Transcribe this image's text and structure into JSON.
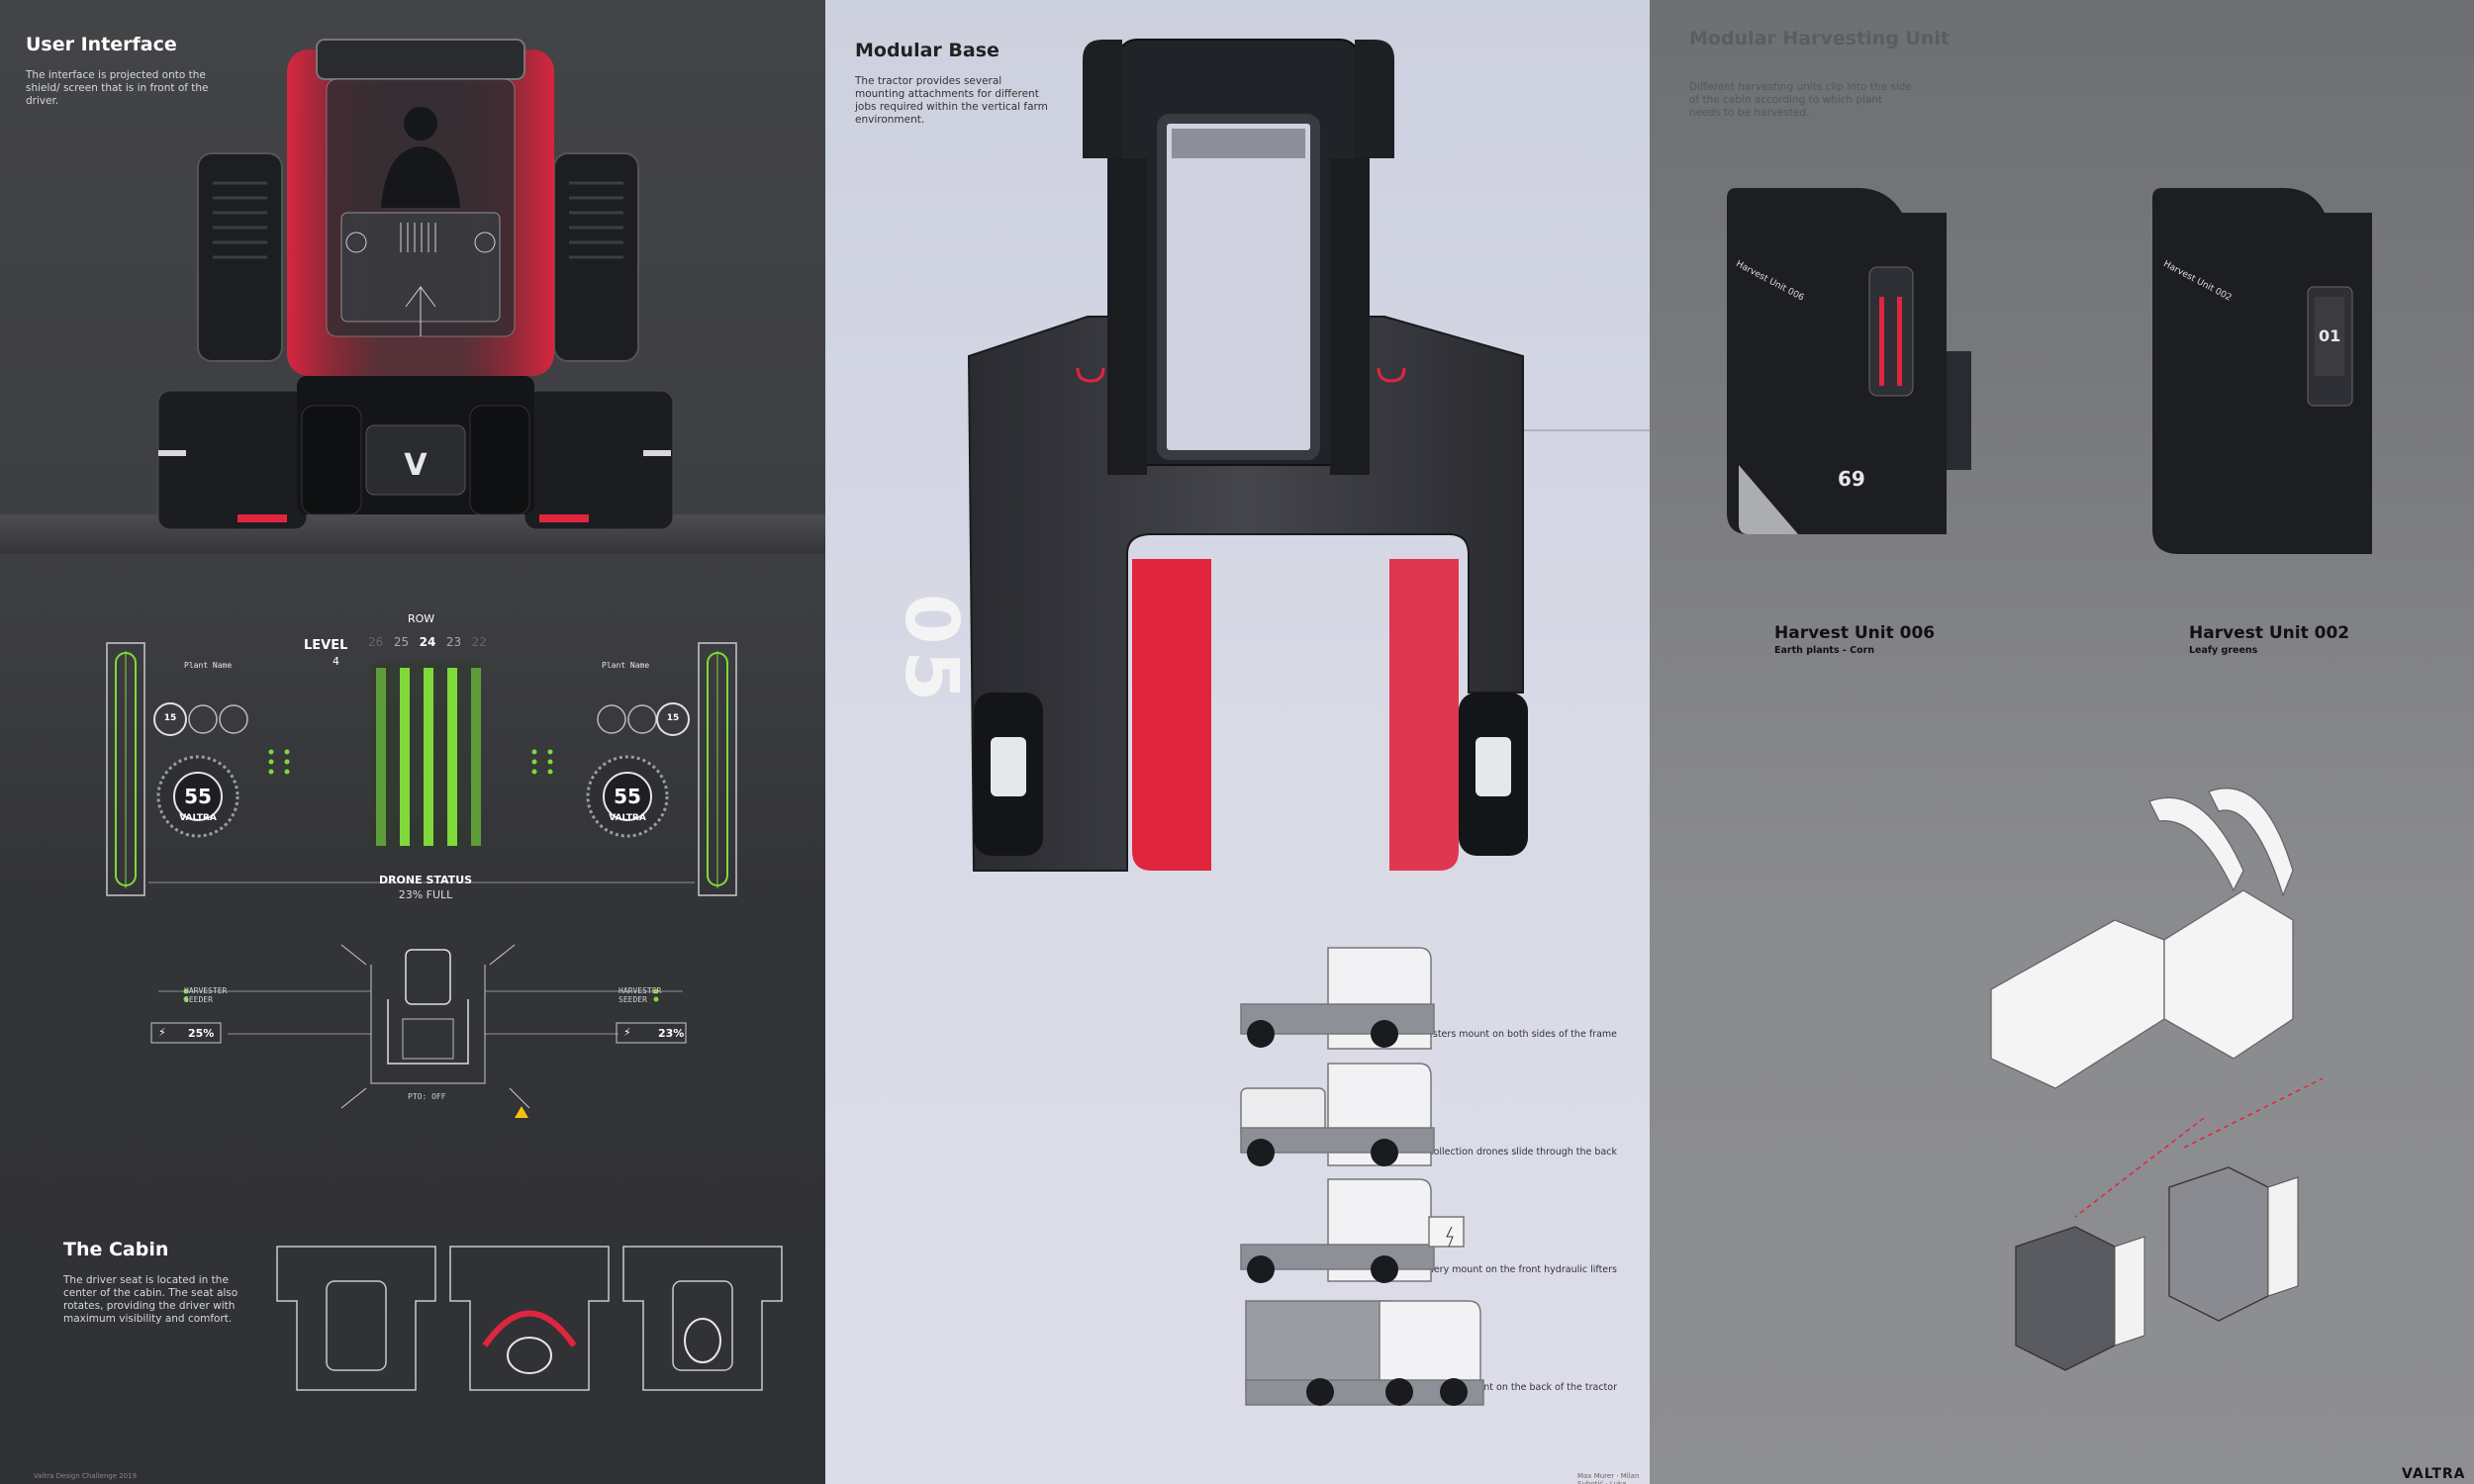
{
  "ui_section": {
    "title": "User Interface",
    "description": "The interface is projected onto the shield/ screen that is in front of the driver."
  },
  "vehicle_badge": "V",
  "hud": {
    "left_plant_name": "Plant Name",
    "right_plant_name": "Plant Name",
    "level_label": "LEVEL",
    "level_value": "4",
    "row_label": "ROW",
    "row_numbers": [
      "26",
      "25",
      "24",
      "23",
      "22"
    ],
    "gauge_small_value": "15",
    "gauge_big_value": "55",
    "brand": "VALTRA",
    "drone_status_label": "DRONE STATUS",
    "drone_status_value": "23% FULL",
    "harvester_label": "HARVESTER",
    "seeder_label": "SEEDER",
    "battery_left": "25%",
    "battery_right": "23%",
    "pto_label": "PTO: OFF"
  },
  "cabin_section": {
    "title": "The Cabin",
    "description": "The driver seat is located in the center of the cabin. The seat also rotates, providing the driver with maximum visibility and comfort."
  },
  "base_section": {
    "title": "Modular Base",
    "description": "The tractor provides several mounting attachments for different jobs required within the vertical farm environment.",
    "vehicle_number": "05"
  },
  "mounts": [
    "The harvesters mount on both sides of the frame",
    "The collection drones slide through the back",
    "Heavy machinery mount on the front hydraulic lifters",
    "Heavy containers full of produce mount on the back of the tractor"
  ],
  "harvest_section": {
    "title": "Modular Harvesting Unit",
    "description": "Different harvesting units clip into the side of the cabin according to which plant needs to be harvested."
  },
  "units": [
    {
      "title": "Harvest Unit 006",
      "subtitle": "Earth plants - Corn",
      "body_label": "Harvest Unit 006",
      "number": "69"
    },
    {
      "title": "Harvest Unit 002",
      "subtitle": "Leafy greens",
      "body_label": "Harvest Unit 002",
      "number": "01"
    }
  ],
  "footer": {
    "left": "Valtra Design Challenge 2019",
    "right": "Max Murer · Milan Subotić · Luka Martić",
    "brand": "VALTRA"
  },
  "colors": {
    "accent_red": "#e0253f",
    "hud_green": "#7fd93a",
    "panel_light": "#d8dae6"
  }
}
